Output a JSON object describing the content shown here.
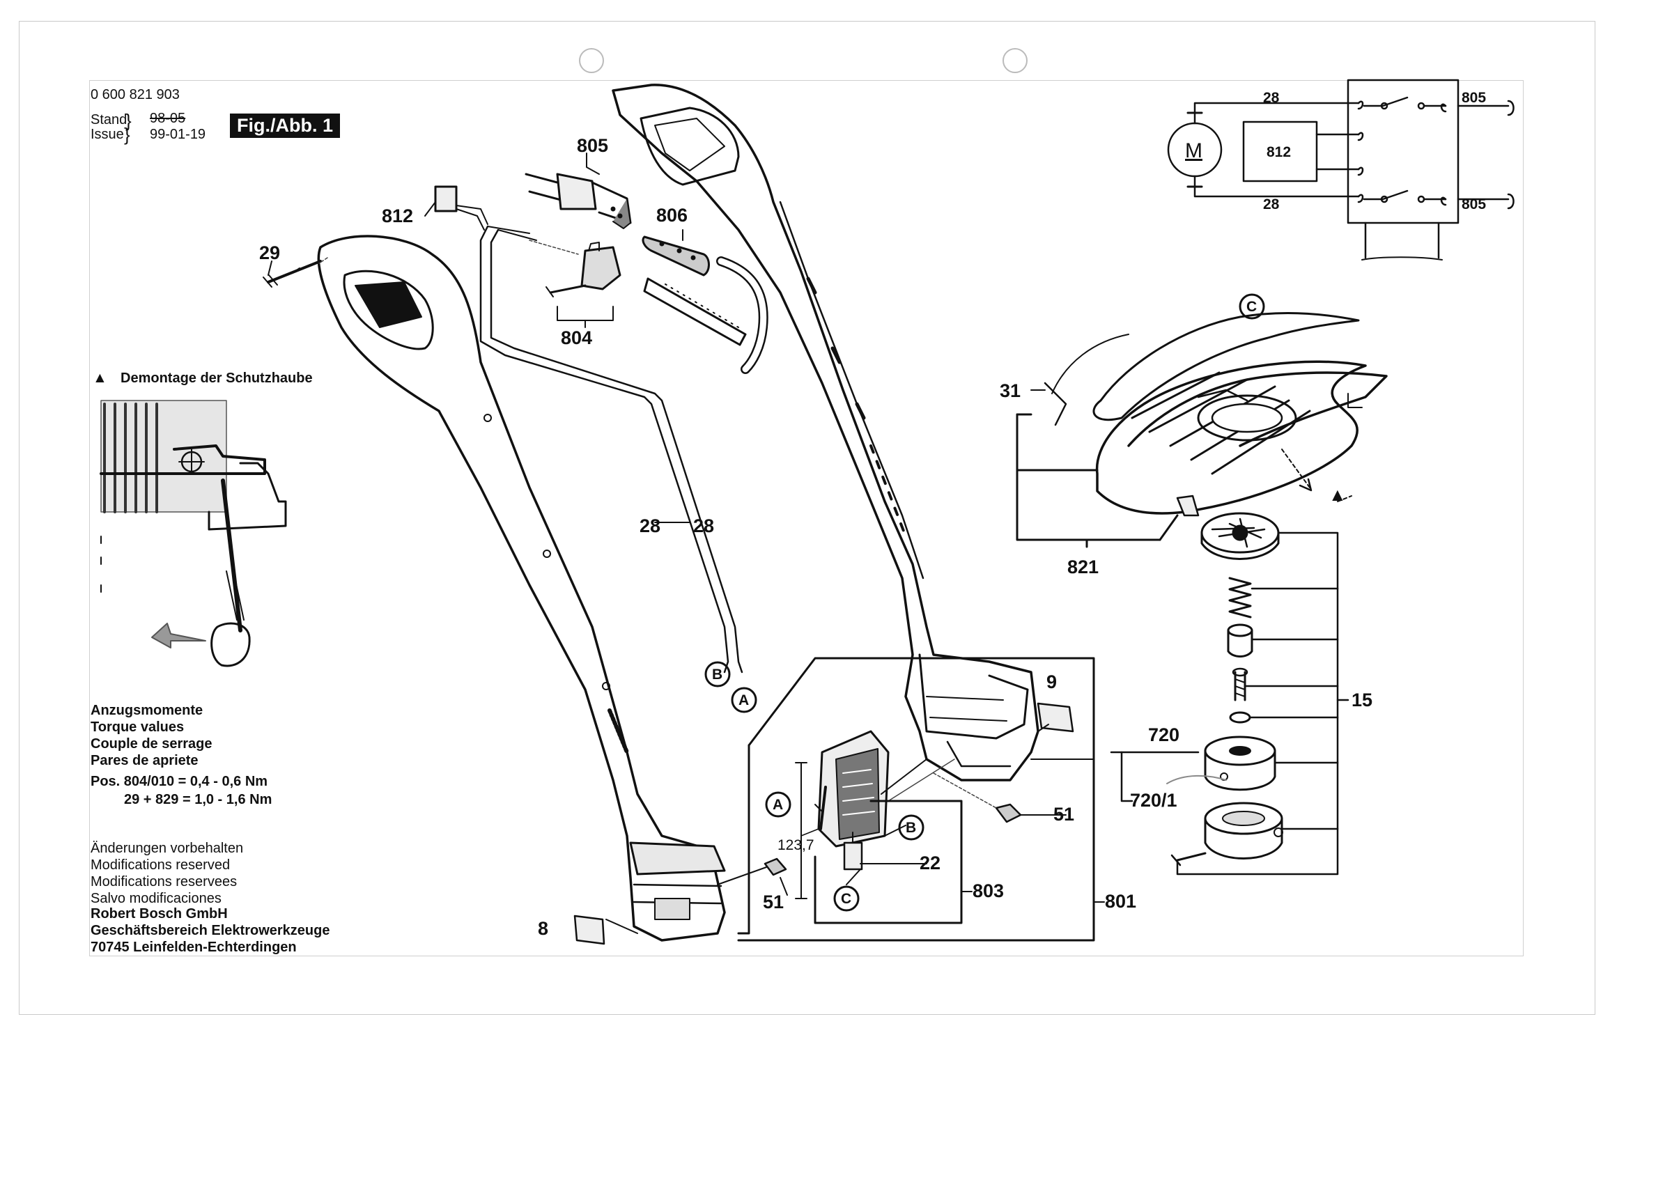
{
  "header": {
    "part_number": "0 600 821 903",
    "stand_label": "Stand",
    "issue_label": "Issue",
    "stand_value": "98-05",
    "issue_value": "99-01-19",
    "figure_label": "Fig./Abb. 1"
  },
  "section_title": "Demontage der Schutzhaube",
  "torque": {
    "lines": [
      "Anzugsmomente",
      "Torque values",
      "Couple de serrage",
      "Pares de apriete"
    ],
    "spec1": "Pos. 804/010 = 0,4 - 0,6 Nm",
    "spec2": "29 + 829 = 1,0 - 1,6 Nm"
  },
  "notes": {
    "lines": [
      "Änderungen vorbehalten",
      "Modifications reserved",
      "Modifications reservees",
      "Salvo modificaciones"
    ],
    "company": [
      "Robert Bosch GmbH",
      "Geschäftsbereich Elektrowerkzeuge",
      "70745 Leinfelden-Echterdingen"
    ]
  },
  "callouts": {
    "p805": "805",
    "p806": "806",
    "p812": "812",
    "p29": "29",
    "p804": "804",
    "p28a": "28",
    "p28b": "28",
    "p9": "9",
    "p51a": "51",
    "p51b": "51",
    "p22": "22",
    "p803": "803",
    "p801": "801",
    "p8": "8",
    "p31": "31",
    "p821": "821",
    "p15": "15",
    "p720": "720",
    "p720_1": "720/1",
    "dim": "123,7",
    "A1": "A",
    "B1": "B",
    "A2": "A",
    "B2": "B",
    "C1": "C",
    "C2": "C"
  },
  "schematic": {
    "motor": "M",
    "module": "812",
    "wire_top": "28",
    "wire_bottom": "28",
    "plug_top": "805",
    "plug_bottom": "805"
  }
}
